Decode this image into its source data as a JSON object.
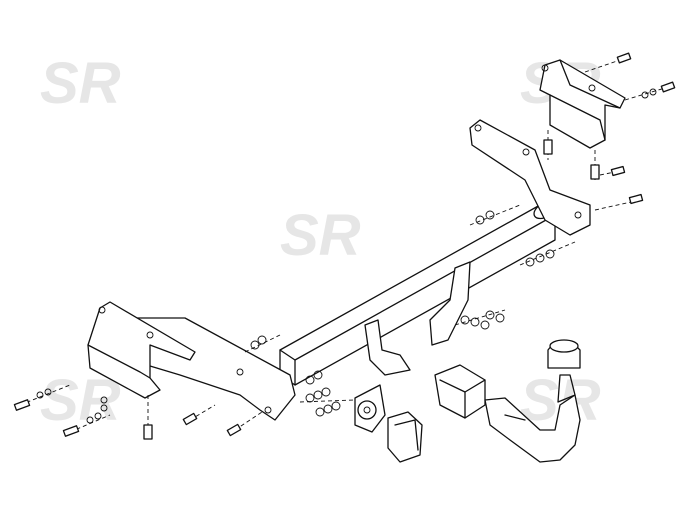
{
  "watermark": {
    "text": "SR",
    "color": "#e6e6e6"
  },
  "drawing": {
    "line_color": "#111111",
    "background": "#ffffff"
  },
  "parts": [
    "tow-bar-crossbeam",
    "left-side-bracket",
    "right-side-bracket",
    "left-mounting-plate",
    "right-mounting-plate",
    "tow-ball-neck",
    "tow-ball-cap",
    "ball-mount-socket",
    "electric-socket-bracket",
    "rubber-socket-cover",
    "bolt-and-washer-sets"
  ]
}
